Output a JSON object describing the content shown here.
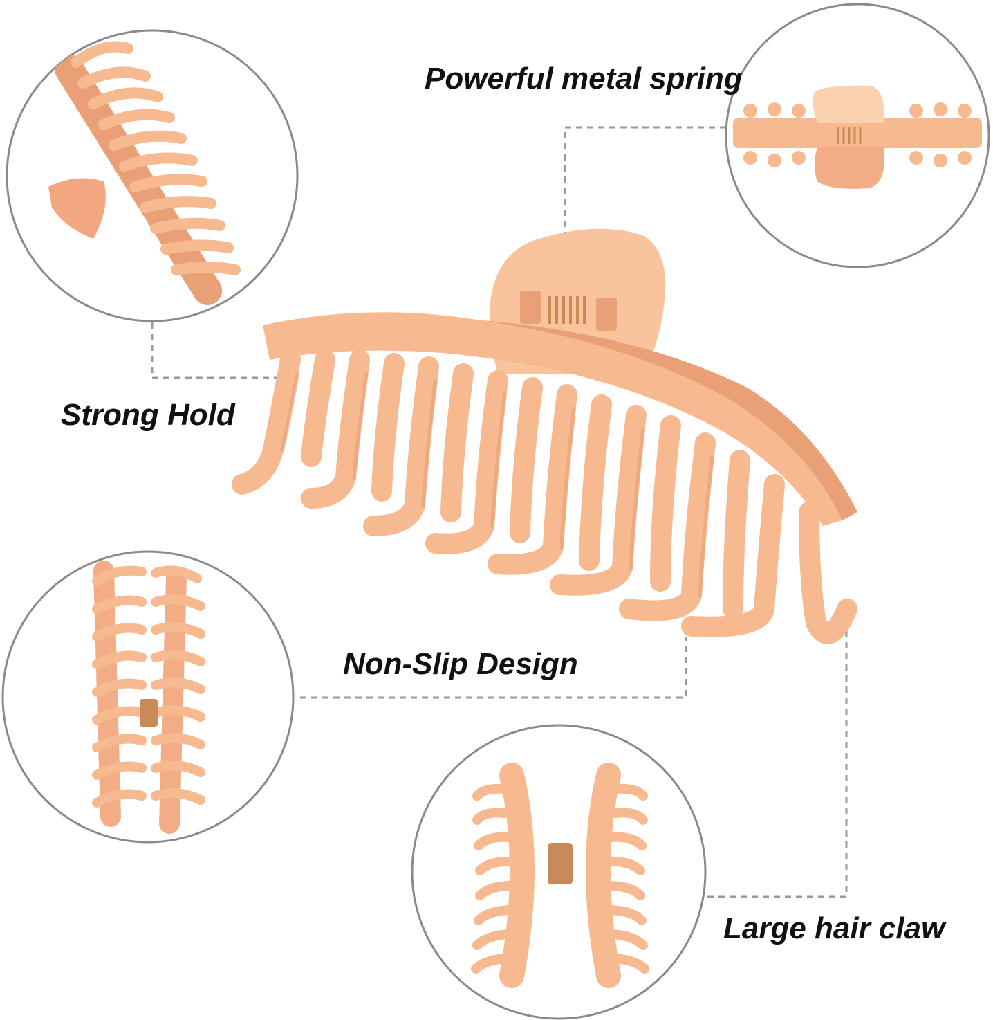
{
  "labels": {
    "spring": "Powerful metal spring",
    "hold": "Strong Hold",
    "slip": "Non-Slip Design",
    "large": "Large hair claw"
  },
  "colors": {
    "claw": "#f7b98f",
    "claw_shadow": "#e9a077",
    "claw_highlight": "#fbd2b0",
    "circle_border": "#8a8a8a",
    "leader_line": "#9a9a9a",
    "spring_metal": "#c98a5a"
  }
}
